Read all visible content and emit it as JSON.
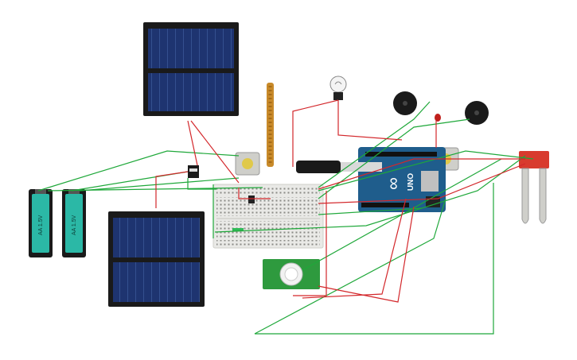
{
  "batteries": [
    {
      "label": "AA 1.5V"
    },
    {
      "label": "AA 1.5V"
    }
  ],
  "arduino": {
    "logo": "∞",
    "model": "UNO"
  },
  "colors": {
    "wire_green": "#1fa83a",
    "wire_red": "#d3272b",
    "solar_cell": "#1e3470",
    "solar_frame": "#1a1a1a",
    "arduino_blue": "#1f5d8c",
    "battery_teal": "#2bb8a6",
    "breadboard": "#e9e9e6",
    "sensor_red": "#d83b2e",
    "pir_green": "#2e9a3e"
  },
  "components": [
    "solar-panel",
    "solar-panel",
    "battery",
    "battery",
    "breadboard",
    "arduino-uno",
    "dc-motor",
    "dc-motor",
    "piezo-buzzer",
    "piezo-buzzer",
    "light-bulb",
    "flex-sensor",
    "led",
    "soil-moisture-sensor",
    "pir-sensor",
    "voltage-regulator"
  ]
}
